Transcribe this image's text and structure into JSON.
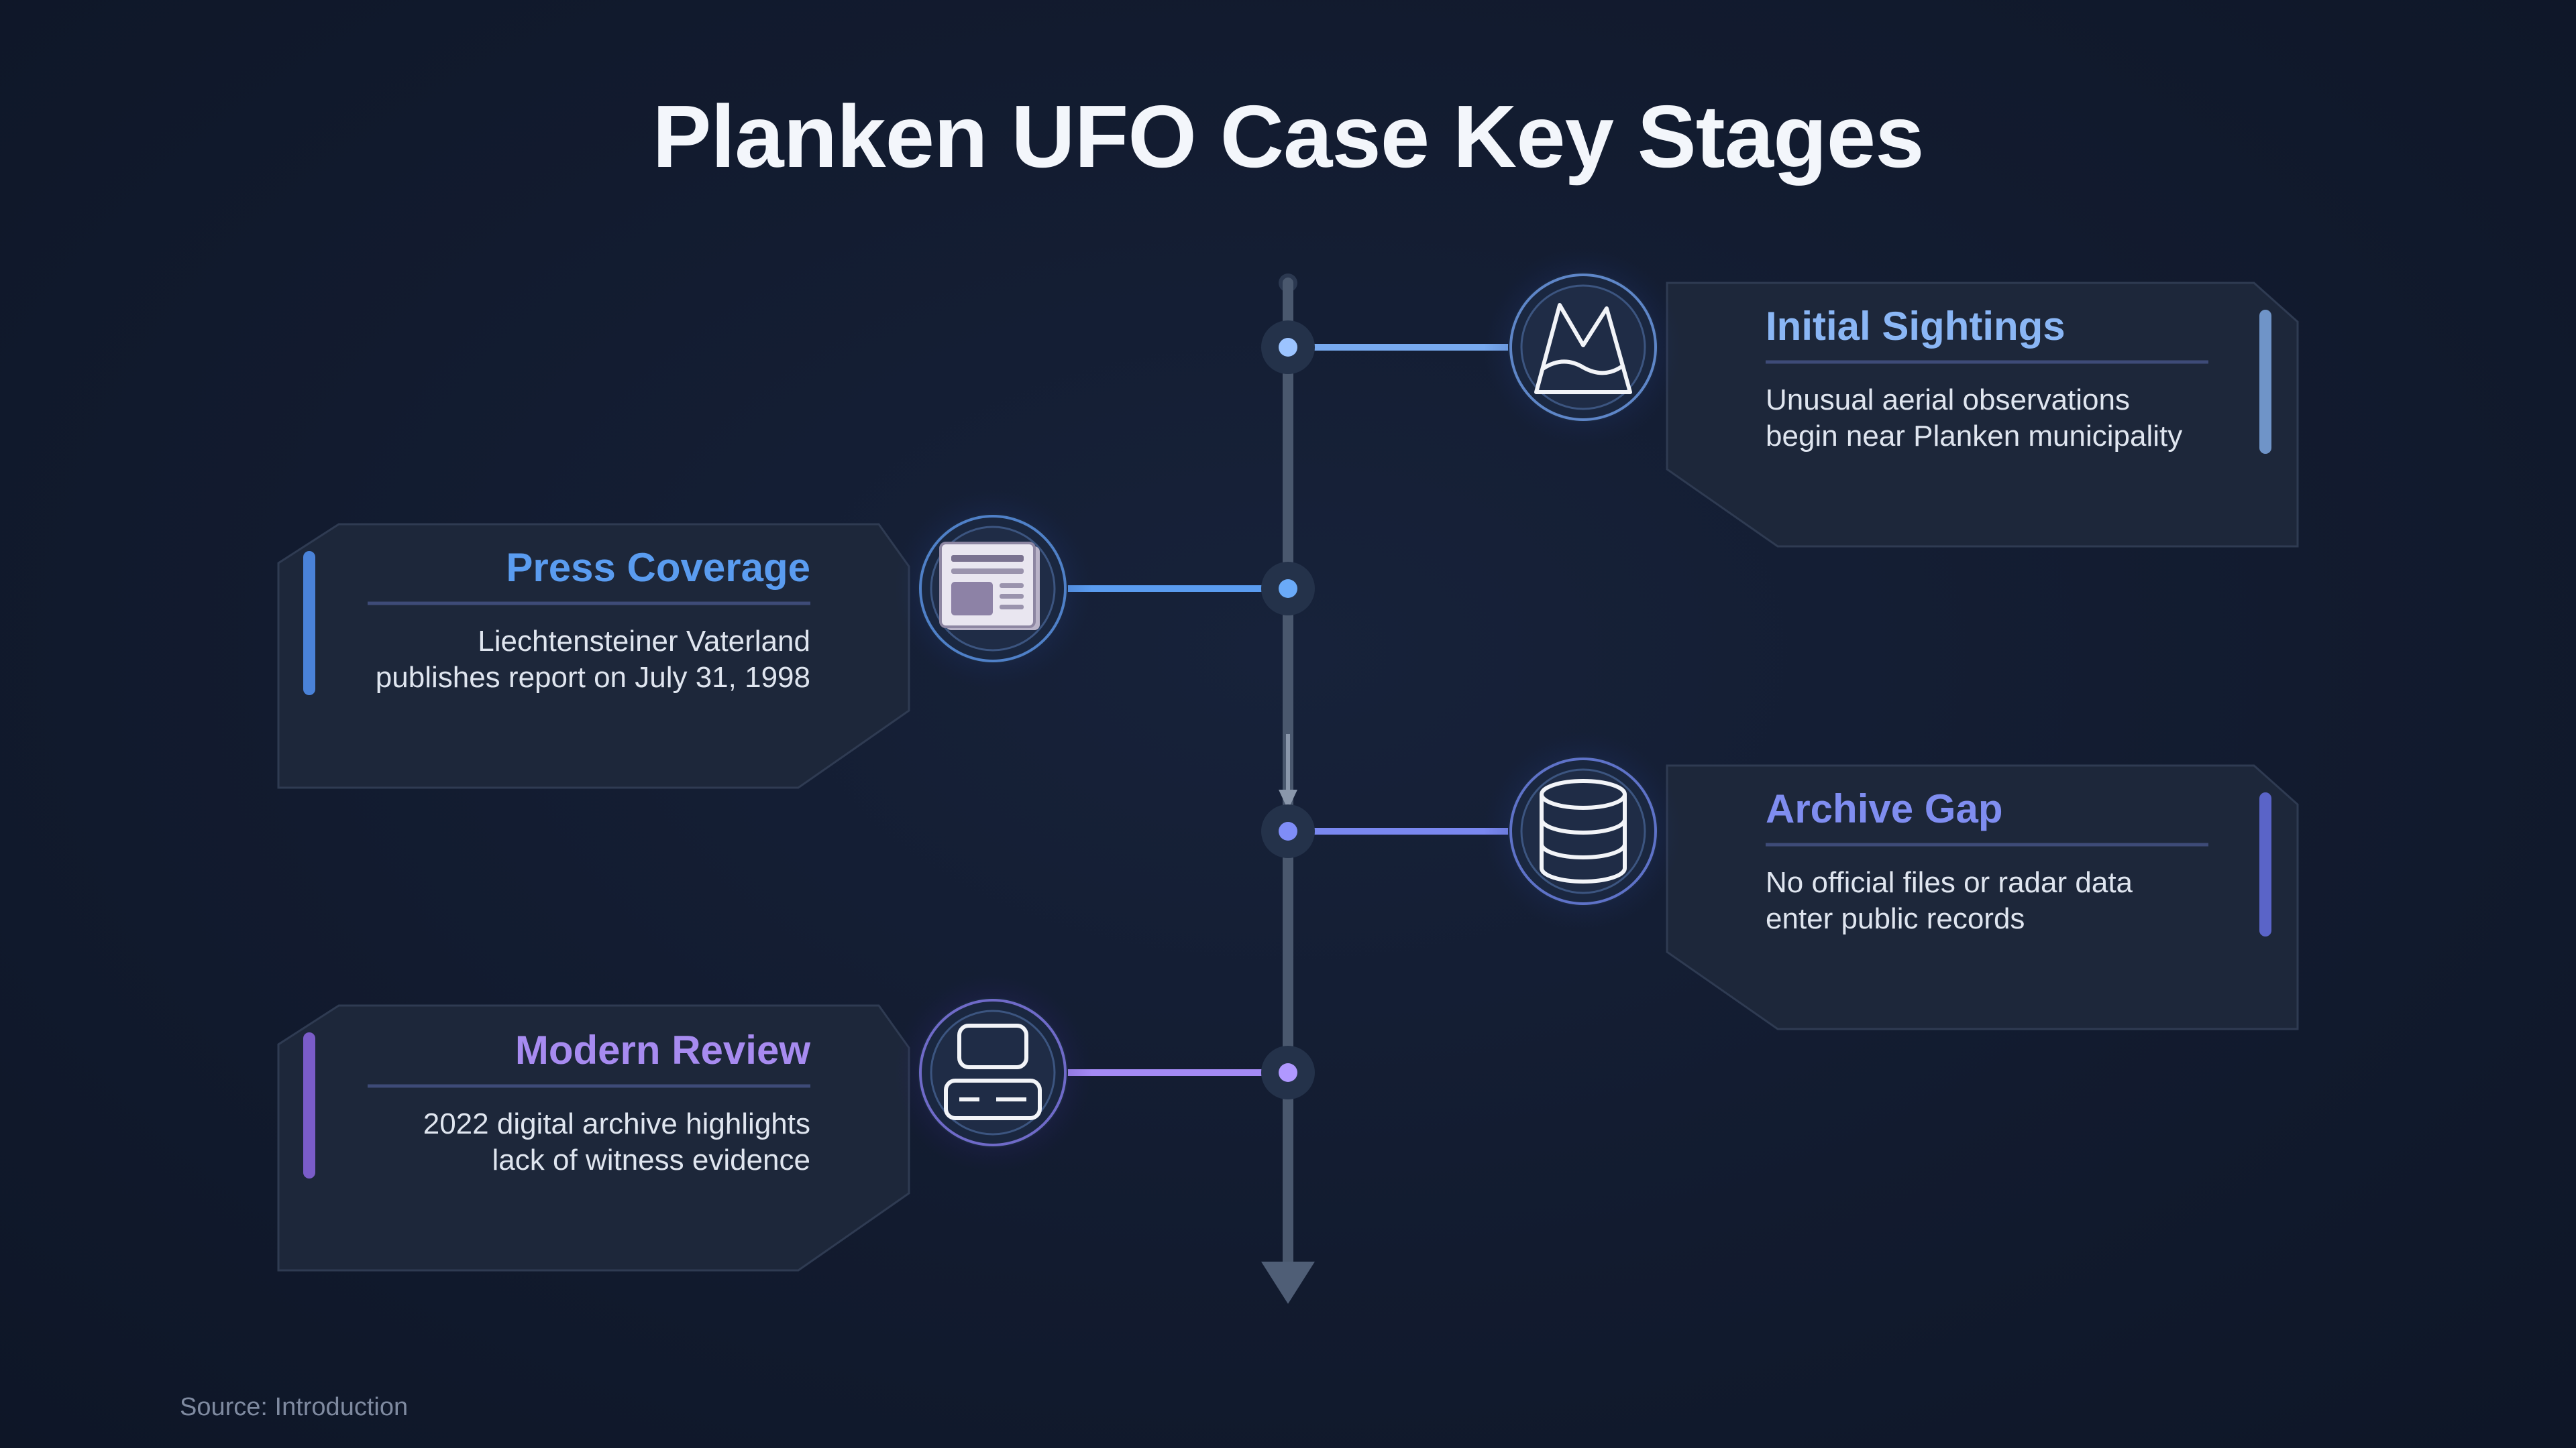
{
  "title": "Planken UFO Case Key Stages",
  "stages": [
    {
      "title": "Initial Sightings",
      "desc": [
        "Unusual aerial observations",
        "begin near Planken municipality"
      ],
      "side": "right",
      "icon": "mountain-icon",
      "color": "#8ab6f5"
    },
    {
      "title": "Press Coverage",
      "desc": [
        "Liechtensteiner Vaterland",
        "publishes report on July 31, 1998"
      ],
      "side": "left",
      "icon": "newspaper-icon",
      "color": "#5a9cf0"
    },
    {
      "title": "Archive Gap",
      "desc": [
        "No official files or radar data",
        "enter public records"
      ],
      "side": "right",
      "icon": "database-icon",
      "color": "#7f8df0"
    },
    {
      "title": "Modern Review",
      "desc": [
        "2022 digital archive highlights",
        "lack of witness evidence"
      ],
      "side": "left",
      "icon": "browser-window-icon",
      "color": "#a78bf0"
    }
  ],
  "source": "Source: Introduction"
}
